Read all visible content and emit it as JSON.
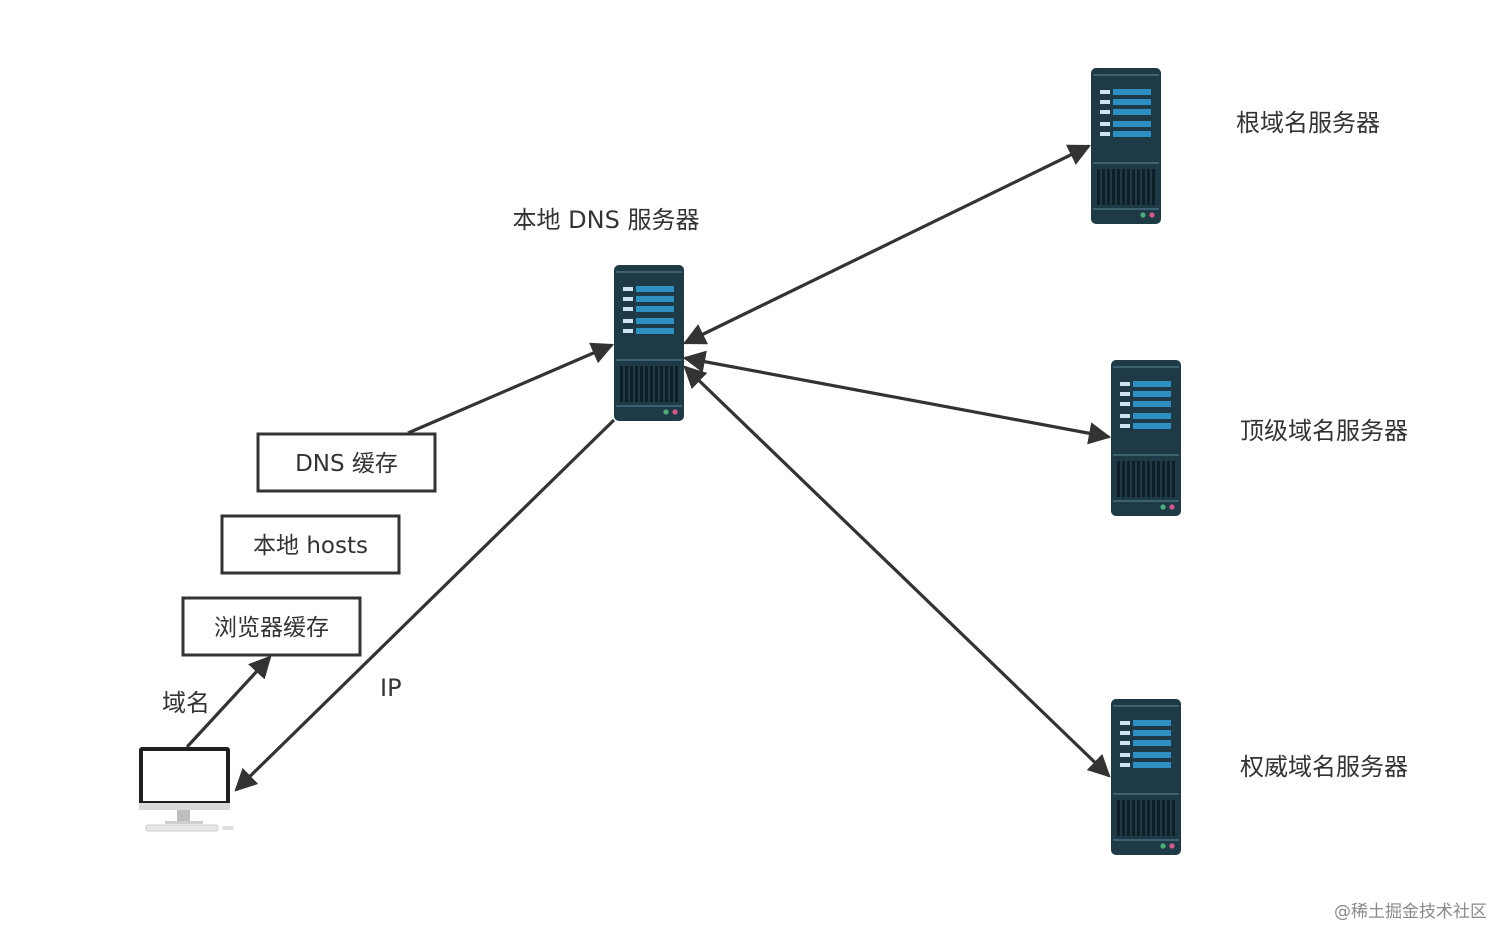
{
  "nodes": {
    "local_dns": "本地 DNS 服务器",
    "root": "根域名服务器",
    "tld": "顶级域名服务器",
    "authoritative": "权威域名服务器"
  },
  "cache_boxes": {
    "dns_cache": "DNS 缓存",
    "hosts": "本地 hosts",
    "browser_cache": "浏览器缓存"
  },
  "edge_labels": {
    "domain": "域名",
    "ip": "IP"
  },
  "watermark": "@稀土掘金技术社区",
  "colors": {
    "server_body": "#1f3a47",
    "server_slot": "#2e8fc2",
    "line": "#333333"
  },
  "icons": [
    "server-icon",
    "computer-icon"
  ]
}
